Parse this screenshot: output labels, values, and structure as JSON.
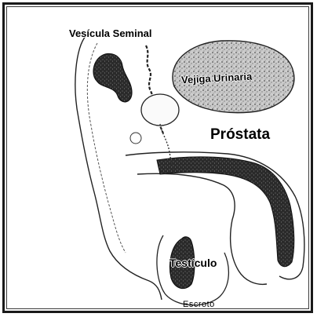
{
  "diagram": {
    "labels": {
      "vesicula_seminal": "Vesícula Seminal",
      "vejiga_urinaria": "Vejiga Urinaria",
      "prostata": "Próstata",
      "testiculo": "Testículo",
      "escroto": "Escroto"
    }
  }
}
